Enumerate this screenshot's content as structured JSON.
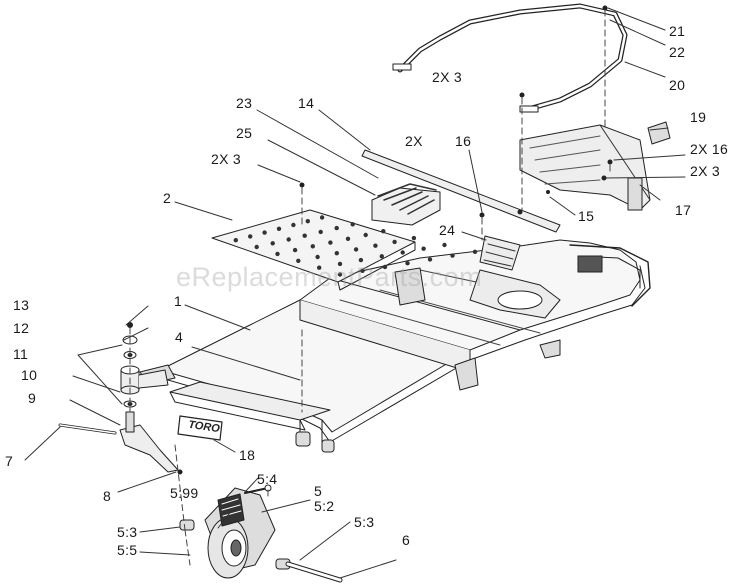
{
  "watermark": "eReplacementParts.com",
  "logo_text": "TORO",
  "colors": {
    "line": "#222222",
    "part_fill": "#f7f7f7",
    "shade": "#cfcfcf",
    "dark": "#555555"
  },
  "callouts": {
    "c21": "21",
    "c22": "22",
    "c20": "20",
    "c2x3_top": "2X  3",
    "c23": "23",
    "c14": "14",
    "c19": "19",
    "c25": "25",
    "c2x16_mid": "2X",
    "c16_mid": "16",
    "c2x16_right": "2X  16",
    "c2x3_left": "2X  3",
    "c2x3_right": "2X  3",
    "c17": "17",
    "c2": "2",
    "c15": "15",
    "c24": "24",
    "c1": "1",
    "c13": "13",
    "c12": "12",
    "c11": "11",
    "c4": "4",
    "c10": "10",
    "c9": "9",
    "c7": "7",
    "c18": "18",
    "c8": "8",
    "c5_4": "5:4",
    "c5": "5",
    "c5_99": "5:99",
    "c5_2": "5:2",
    "c5_3_left": "5:3",
    "c5_3_right": "5:3",
    "c5_5": "5:5",
    "c6": "6"
  }
}
